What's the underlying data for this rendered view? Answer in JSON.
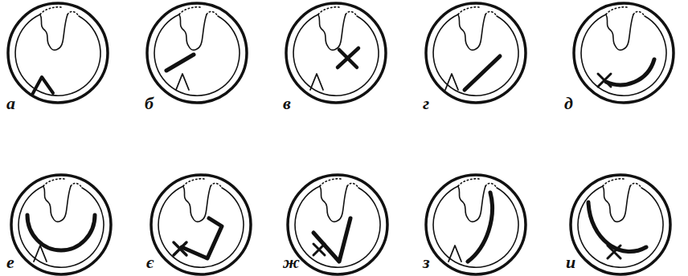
{
  "diagram": {
    "labels": [
      "а",
      "б",
      "в",
      "г",
      "д",
      "е",
      "є",
      "ж",
      "з",
      "и"
    ]
  }
}
